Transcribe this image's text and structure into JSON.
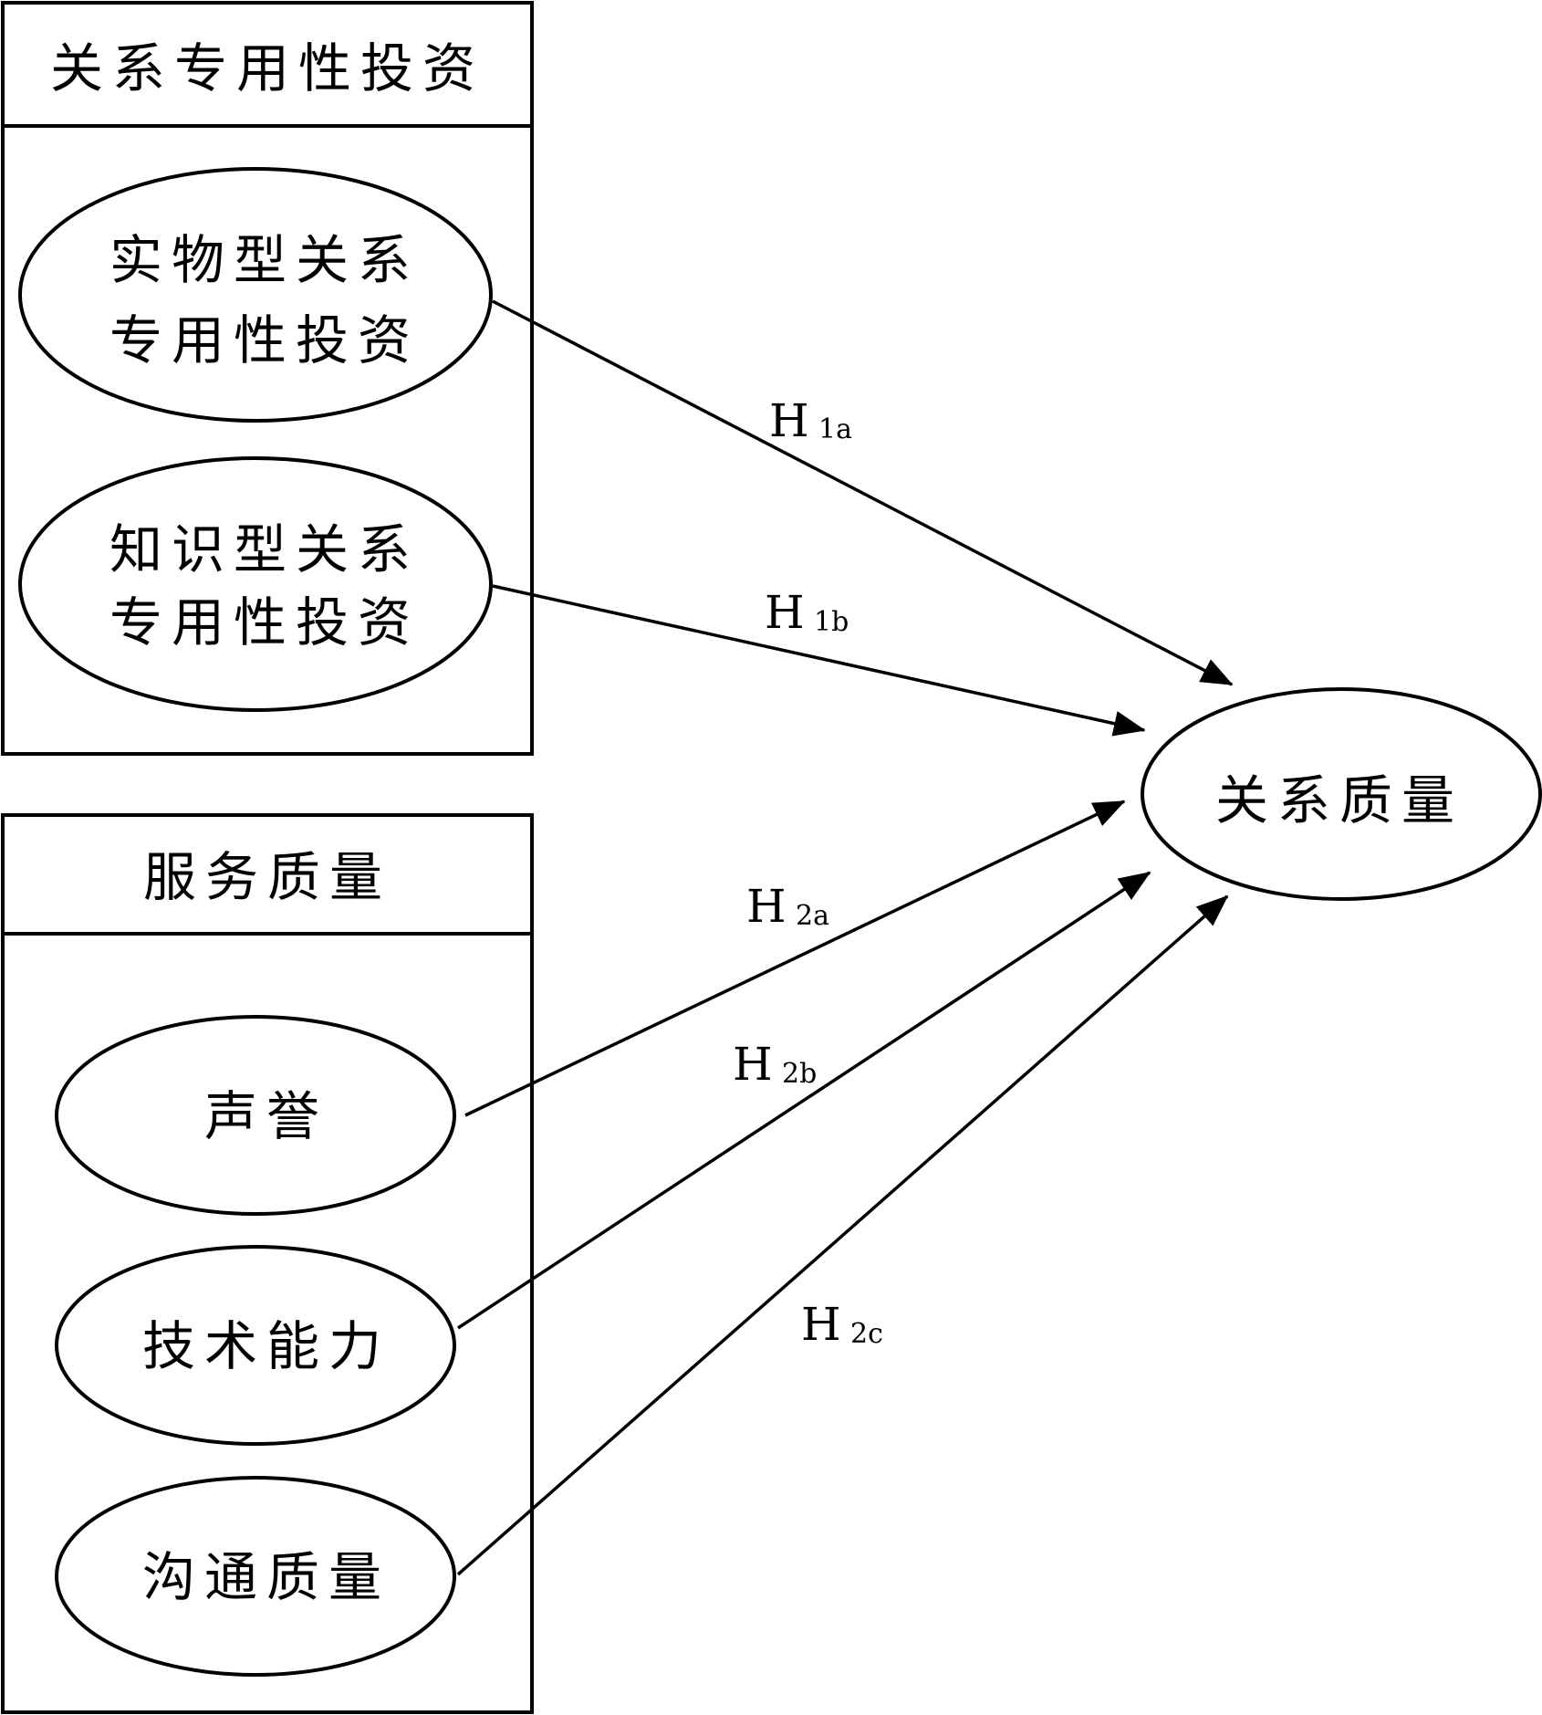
{
  "groups": {
    "investment": {
      "title": "关系专用性投资"
    },
    "service": {
      "title": "服务质量"
    }
  },
  "nodes": {
    "physical": {
      "line1": "实物型关系",
      "line2": "专用性投资"
    },
    "knowledge": {
      "line1": "知识型关系",
      "line2": "专用性投资"
    },
    "reputation": {
      "label": "声誉"
    },
    "technical": {
      "label": "技术能力"
    },
    "communication": {
      "label": "沟通质量"
    },
    "relationship_quality": {
      "label": "关系质量"
    }
  },
  "hypotheses": {
    "h1a": {
      "main": "H",
      "sub": "1a"
    },
    "h1b": {
      "main": "H",
      "sub": "1b"
    },
    "h2a": {
      "main": "H",
      "sub": "2a"
    },
    "h2b": {
      "main": "H",
      "sub": "2b"
    },
    "h2c": {
      "main": "H",
      "sub": "2c"
    }
  }
}
